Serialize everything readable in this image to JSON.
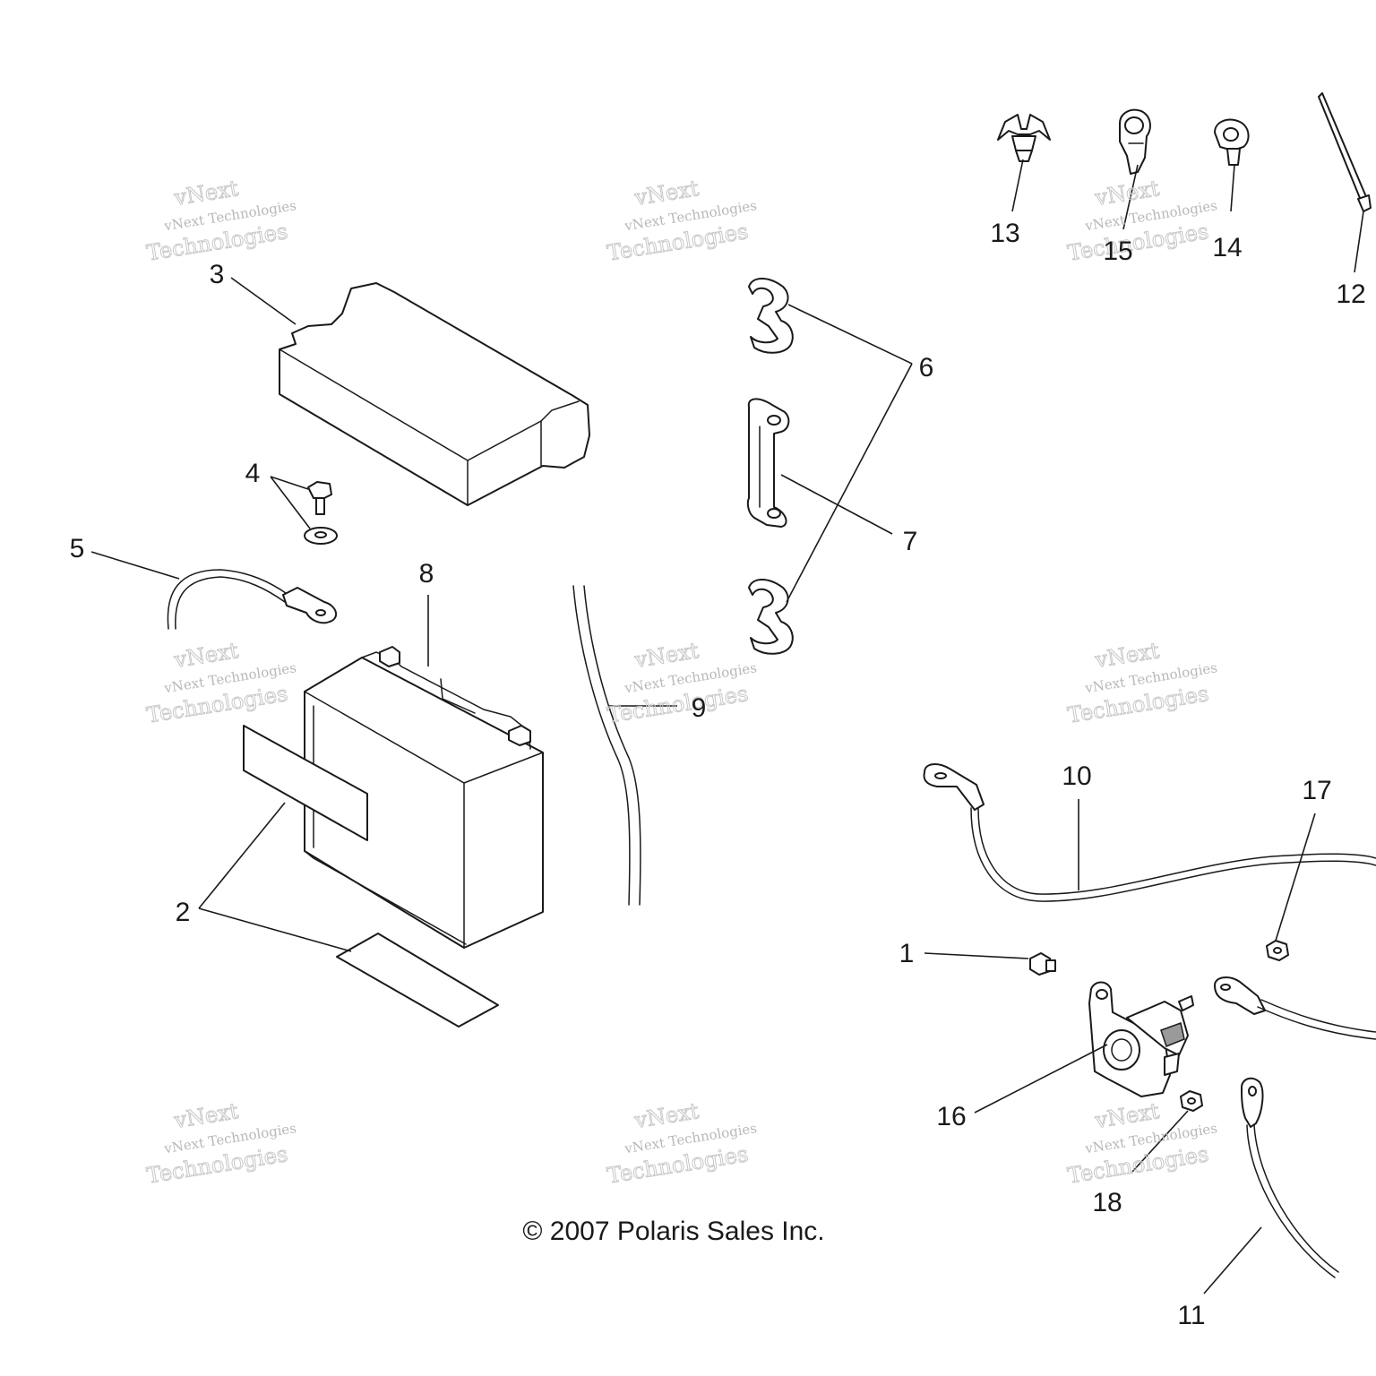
{
  "callouts": [
    {
      "id": "3",
      "text": "3"
    },
    {
      "id": "4",
      "text": "4"
    },
    {
      "id": "5",
      "text": "5"
    },
    {
      "id": "8",
      "text": "8"
    },
    {
      "id": "2",
      "text": "2"
    },
    {
      "id": "9",
      "text": "9"
    },
    {
      "id": "6",
      "text": "6"
    },
    {
      "id": "7",
      "text": "7"
    },
    {
      "id": "13",
      "text": "13"
    },
    {
      "id": "15",
      "text": "15"
    },
    {
      "id": "14",
      "text": "14"
    },
    {
      "id": "12",
      "text": "12"
    },
    {
      "id": "10",
      "text": "10"
    },
    {
      "id": "17",
      "text": "17"
    },
    {
      "id": "1",
      "text": "1"
    },
    {
      "id": "16",
      "text": "16"
    },
    {
      "id": "18",
      "text": "18"
    },
    {
      "id": "11",
      "text": "11"
    }
  ],
  "copyright": "© 2007 Polaris Sales Inc.",
  "watermark": {
    "line1": "vNext Technologies",
    "line2": "vNext",
    "line3": "Technologies"
  }
}
